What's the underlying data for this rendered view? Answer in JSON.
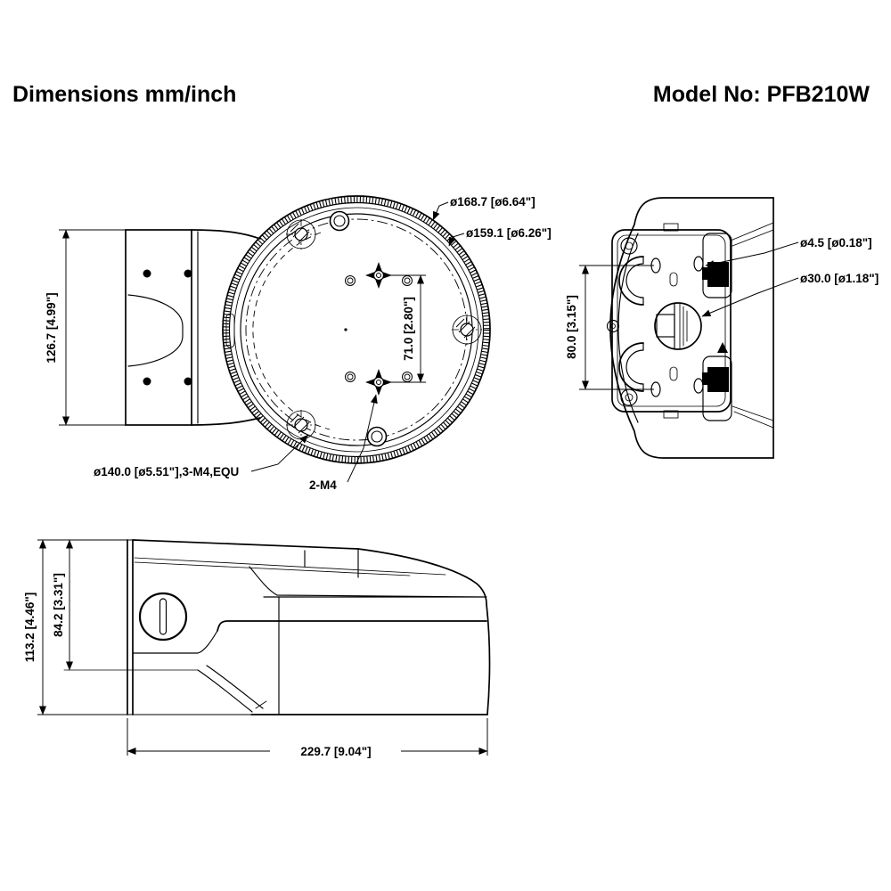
{
  "header": {
    "title": "Dimensions mm/inch",
    "model": "Model No: PFB210W"
  },
  "front_view": {
    "outer_diameter": "ø168.7 [ø6.64\"]",
    "flange_diameter": "ø159.1 [ø6.26\"]",
    "height": "126.7 [4.99\"]",
    "screw_spacing": "71.0 [2.80\"]",
    "bolt_circle": "ø140.0 [ø5.51\"],3-M4,EQU",
    "thread_note": "2-M4"
  },
  "back_view": {
    "mount_hole_diameter": "ø4.5 [ø0.18\"]",
    "cable_hole_diameter": "ø30.0 [ø1.18\"]",
    "mount_hole_spacing": "80.0 [3.15\"]"
  },
  "side_view": {
    "overall_height": "113.2 [4.46\"]",
    "arm_height": "84.2 [3.31\"]",
    "overall_length": "229.7 [9.04\"]"
  }
}
